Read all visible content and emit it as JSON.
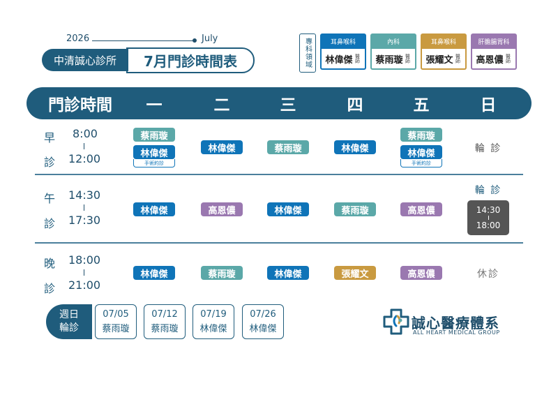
{
  "header": {
    "year": "2026",
    "month_en": "July",
    "clinic_name": "中清誠心診所",
    "title": "7月門診時間表"
  },
  "legend": {
    "label": "專科領域",
    "title_suffix": "醫師",
    "doctors": [
      {
        "specialty": "耳鼻喉科",
        "name": "林偉傑",
        "color": "#0f74b8"
      },
      {
        "specialty": "內科",
        "name": "蔡雨璇",
        "color": "#5ba8a8"
      },
      {
        "specialty": "耳鼻喉科",
        "name": "張耀文",
        "color": "#c99a40"
      },
      {
        "specialty": "肝膽腸胃科",
        "name": "高恩儂",
        "color": "#9a78b0"
      }
    ]
  },
  "table": {
    "header_label": "門診時間",
    "days": [
      "一",
      "二",
      "三",
      "四",
      "五",
      "日"
    ],
    "surgery_note": "手術約診",
    "rows": [
      {
        "slot_top": "早",
        "slot_bot": "診",
        "start": "8:00",
        "end": "12:00"
      },
      {
        "slot_top": "午",
        "slot_bot": "診",
        "start": "14:30",
        "end": "17:30"
      },
      {
        "slot_top": "晚",
        "slot_bot": "診",
        "start": "18:00",
        "end": "21:00"
      }
    ],
    "cells": {
      "morning_mon_1": "蔡雨璇",
      "morning_mon_2": "林偉傑",
      "morning_tue": "林偉傑",
      "morning_wed": "蔡雨璇",
      "morning_thu": "林偉傑",
      "morning_fri_1": "蔡雨璇",
      "morning_fri_2": "林偉傑",
      "morning_sun": "輪 診",
      "afternoon_mon": "林偉傑",
      "afternoon_tue": "高恩儂",
      "afternoon_wed": "林偉傑",
      "afternoon_thu": "蔡雨璇",
      "afternoon_fri": "高恩儂",
      "afternoon_sun": "輪 診",
      "afternoon_sun_start": "14:30",
      "afternoon_sun_end": "18:00",
      "evening_mon": "林偉傑",
      "evening_tue": "蔡雨璇",
      "evening_wed": "林偉傑",
      "evening_thu": "張耀文",
      "evening_fri": "高恩儂",
      "evening_sun": "休診"
    }
  },
  "sunday_rotation": {
    "label_top": "週日",
    "label_bot": "輪診",
    "entries": [
      {
        "date": "07/05",
        "doctor": "蔡雨璇"
      },
      {
        "date": "07/12",
        "doctor": "蔡雨璇"
      },
      {
        "date": "07/19",
        "doctor": "林偉傑"
      },
      {
        "date": "07/26",
        "doctor": "林偉傑"
      }
    ]
  },
  "brand": {
    "name": "誠心醫療體系",
    "name_en": "ALL HEART MEDICAL GROUP"
  },
  "colors": {
    "primary": "#1f5c7c",
    "blue": "#0f74b8",
    "teal": "#5ba8a8",
    "gold": "#c99a40",
    "purple": "#9a78b0",
    "gray": "#555555"
  }
}
